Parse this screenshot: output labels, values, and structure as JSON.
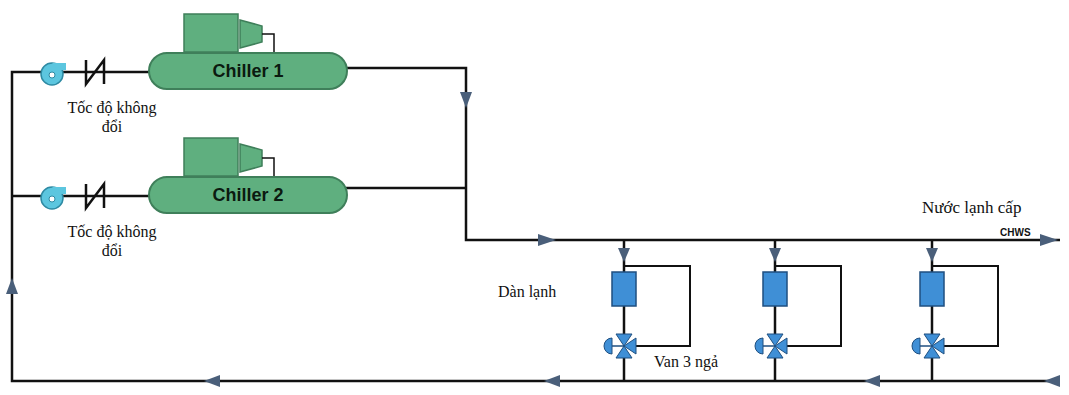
{
  "diagram": {
    "nodes": [
      {
        "text": [
          "Chiller 1"
        ]
      },
      {
        "text": [
          "Chiller 2"
        ]
      }
    ],
    "labels": [
      "Tốc độ không đổi",
      "Tốc độ không đổi",
      "Nước lạnh cấp",
      "CHWS",
      "Dàn lạnh",
      "Van 3 ngả"
    ]
  }
}
